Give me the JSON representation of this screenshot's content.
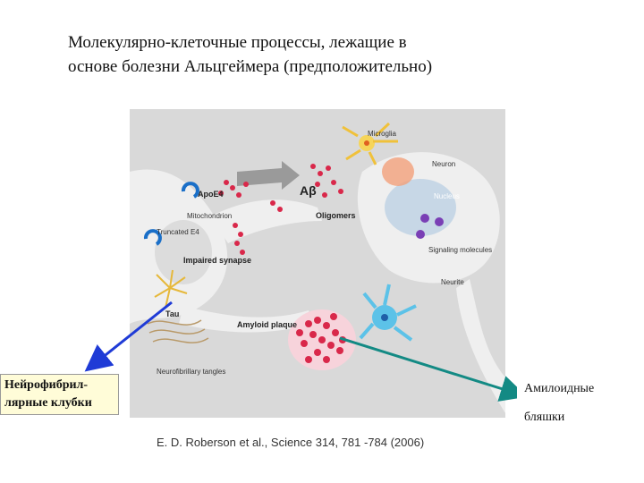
{
  "title": {
    "line1": "Молекулярно-клеточные процессы, лежащие в",
    "line2": "основе болезни Альцгеймера (предположительно)"
  },
  "figure": {
    "labels": {
      "microglia": "Microglia",
      "neuron": "Neuron",
      "nucleus": "Nucleus",
      "abeta": "Aβ",
      "oligomers": "Oligomers",
      "apoe4": "ApoE4",
      "mitochondrion": "Mitochondrion",
      "truncated_e4": "Truncated E4",
      "impaired_synapse": "Impaired synapse",
      "signaling_molecules": "Signaling molecules",
      "neurite": "Neurite",
      "tau": "Tau",
      "amyloid_plaque": "Amyloid plaque",
      "neurofibrillary_tangles": "Neurofibrillary tangles"
    }
  },
  "callouts": {
    "left": {
      "line1": "Нейрофибрил-",
      "line2": "лярные клубки",
      "arrow_color": "#1f3bd6"
    },
    "right": {
      "line1": "Амилоидные",
      "line2": "бляшки",
      "arrow_color": "#138a84"
    }
  },
  "citation": "E. D.  Roberson et al.,  Science  314, 781 -784 (2006)"
}
